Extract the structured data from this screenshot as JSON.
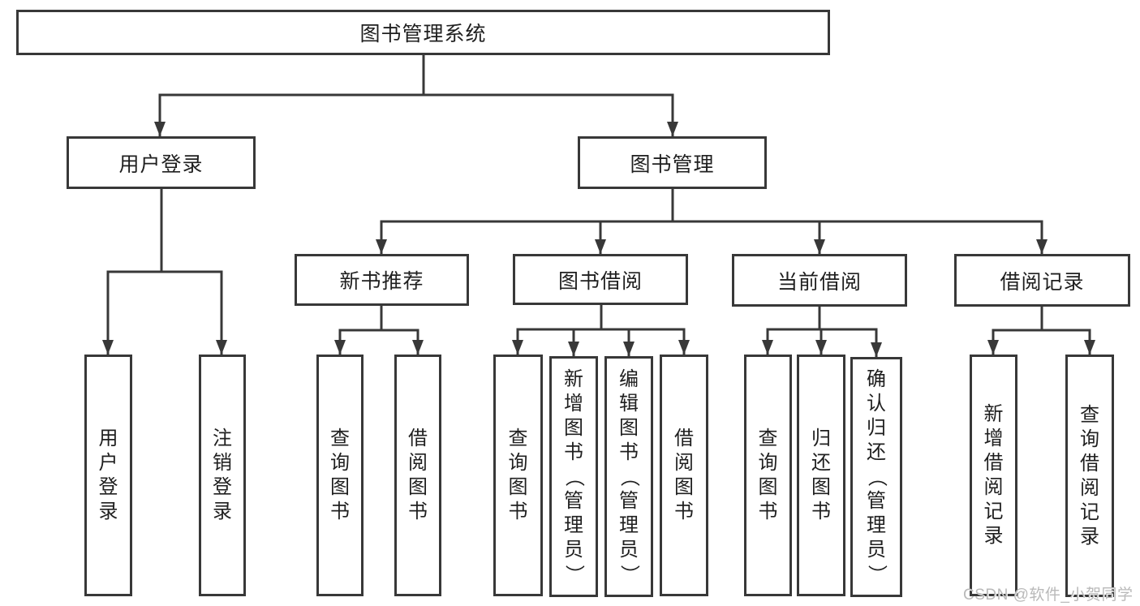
{
  "colors": {
    "line": "#383838",
    "text": "#1f1f1f",
    "watermark": "#b9b9b9"
  },
  "nodes": {
    "root": {
      "label": "图书管理系统"
    },
    "branches": [
      {
        "id": "user-login",
        "label": "用户登录"
      },
      {
        "id": "book-management",
        "label": "图书管理"
      }
    ],
    "modules": [
      {
        "id": "new-book-recommend",
        "label": "新书推荐"
      },
      {
        "id": "book-borrow",
        "label": "图书借阅"
      },
      {
        "id": "current-borrow",
        "label": "当前借阅"
      },
      {
        "id": "borrow-records",
        "label": "借阅记录"
      }
    ],
    "leaves": [
      {
        "id": "user-login-action",
        "label": "用户登录"
      },
      {
        "id": "logout",
        "label": "注销登录"
      },
      {
        "id": "query-books-recommend",
        "label": "查询图书"
      },
      {
        "id": "borrow-books-recommend",
        "label": "借阅图书"
      },
      {
        "id": "query-books-borrow",
        "label": "查询图书"
      },
      {
        "id": "add-books-admin",
        "label": "新增图书（管理员）"
      },
      {
        "id": "edit-books-admin",
        "label": "编辑图书（管理员）"
      },
      {
        "id": "borrow-books",
        "label": "借阅图书"
      },
      {
        "id": "query-books-current",
        "label": "查询图书"
      },
      {
        "id": "return-books",
        "label": "归还图书"
      },
      {
        "id": "confirm-return-admin",
        "label": "确认归还（管理员）"
      },
      {
        "id": "add-borrow-record",
        "label": "新增借阅记录"
      },
      {
        "id": "query-borrow-record",
        "label": "查询借阅记录"
      }
    ]
  },
  "watermark": {
    "text": "CSDN @软件_小贺同学"
  }
}
